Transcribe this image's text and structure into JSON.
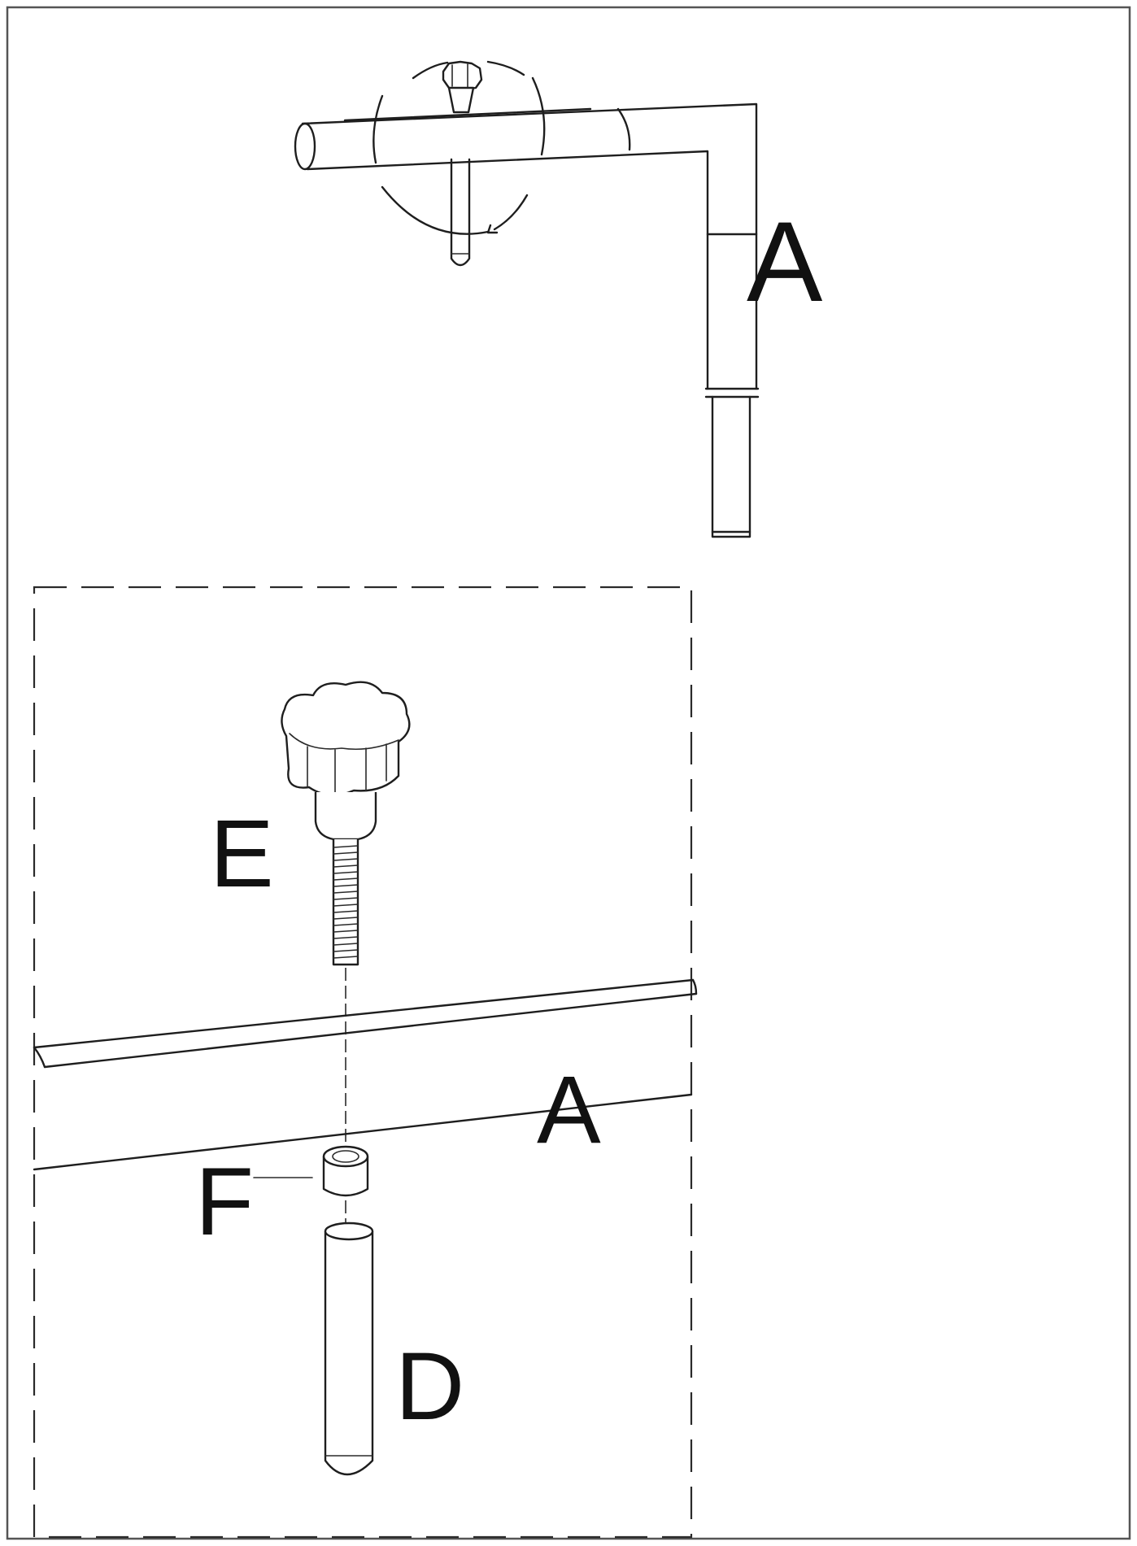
{
  "labels": {
    "top_a": "A",
    "e": "E",
    "mid_a": "A",
    "f": "F",
    "d": "D"
  },
  "colors": {
    "ink": "#1e1e1e",
    "paper": "#ffffff"
  }
}
